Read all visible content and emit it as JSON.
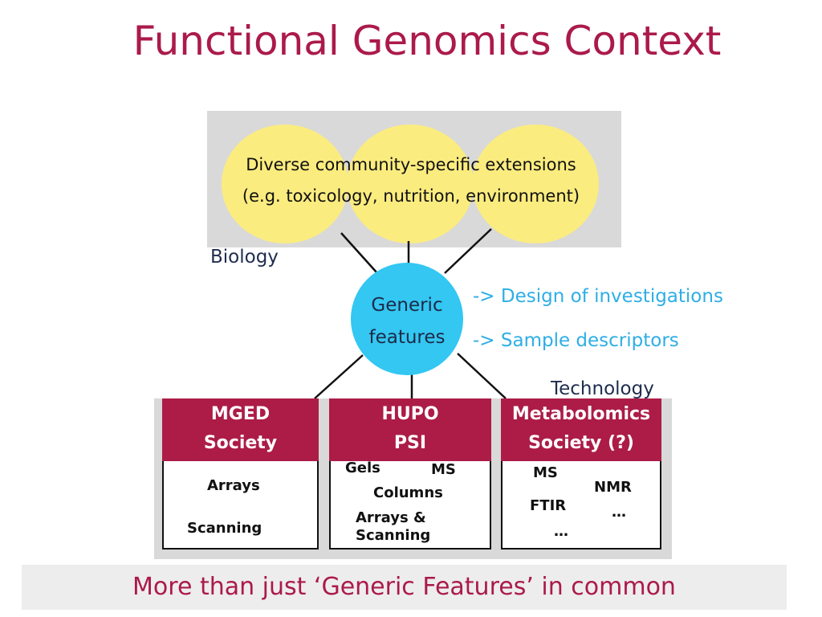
{
  "title": "Functional Genomics Context",
  "extensions": {
    "line1": "Diverse community-specific extensions",
    "line2": "(e.g. toxicology, nutrition, environment)"
  },
  "biology_label": "Biology",
  "generic": {
    "line1": "Generic",
    "line2": "features"
  },
  "annotations": [
    "-> Design of investigations",
    "-> Sample descriptors"
  ],
  "technology_label": "Technology",
  "societies": [
    {
      "head1": "MGED",
      "head2": "Society",
      "items": [
        "Arrays",
        "Scanning"
      ]
    },
    {
      "head1": "HUPO",
      "head2": "PSI",
      "items": [
        "Gels",
        "MS",
        "Columns",
        "Arrays &",
        "Scanning"
      ]
    },
    {
      "head1": "Metabolomics",
      "head2": "Society (?)",
      "items": [
        "MS",
        "NMR",
        "FTIR",
        "…",
        "…"
      ]
    }
  ],
  "footer": "More than just ‘Generic Features’ in common",
  "colors": {
    "accent": "#ab1a4a",
    "ellipse": "#fbec7f",
    "generic_circle": "#33c7f2",
    "annotation": "#2eaee6",
    "panel": "#d9d9d9"
  }
}
